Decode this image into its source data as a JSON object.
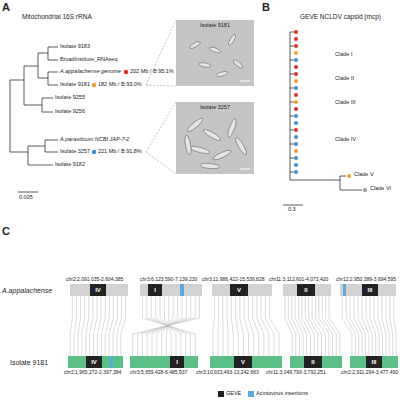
{
  "diagram": {
    "nodes": [
      {
        "text": [
          "Isolate 9181"
        ]
      },
      {
        "text": [
          "Isolate 3257"
        ]
      },
      {
        "text": [
          "chr2:2,091,035-2,604,385"
        ]
      },
      {
        "text": [
          "IV"
        ],
        "in": 2
      },
      {
        "text": [
          "chr3:6,123,590-7,139,230"
        ]
      },
      {
        "text": [
          "I"
        ],
        "in": 4
      },
      {
        "text": [
          "chr3:11,986,422-15,536,828"
        ]
      },
      {
        "text": [
          "V"
        ],
        "in": 6
      },
      {
        "text": [
          "chr11:3,112,601-4,073,420"
        ]
      },
      {
        "text": [
          "II"
        ],
        "in": 8
      },
      {
        "text": [
          "chr12:2,950,389-3,694,595"
        ]
      },
      {
        "text": [
          "III"
        ],
        "in": 10
      },
      {
        "text": [
          "chr2:1,965,272-2,397,384"
        ]
      },
      {
        "text": [
          "IV"
        ],
        "in": 12
      },
      {
        "text": [
          "chr3:5,659,428-6,485,937"
        ]
      },
      {
        "text": [
          "I"
        ],
        "in": 14
      },
      {
        "text": [
          "chr3:10,933,493-13,242,663"
        ]
      },
      {
        "text": [
          "V"
        ],
        "in": 16
      },
      {
        "text": [
          "chr11:3,049,793-3,792,251"
        ]
      },
      {
        "text": [
          "II"
        ],
        "in": 18
      },
      {
        "text": [
          "chr2:2,911,294-3,477,490"
        ]
      },
      {
        "text": [
          "III"
        ],
        "in": 20
      }
    ],
    "edges": [
      {
        "from": 2,
        "to": 12,
        "arrow": "none"
      },
      {
        "from": 4,
        "to": 14,
        "arrow": "none"
      },
      {
        "from": 6,
        "to": 16,
        "arrow": "none"
      },
      {
        "from": 8,
        "to": 18,
        "arrow": "none"
      },
      {
        "from": 10,
        "to": 20,
        "arrow": "none"
      }
    ],
    "labels": [
      "A",
      "Mitochondrial 16S rRNA",
      "Isolate 9183",
      "BroadInstitute_RNAseq",
      "A.appalachense genome",
      "202 Mb / B:95.1%",
      "Isolate 9181",
      "182 Mb / B:93.0%",
      "Isolate 9255",
      "Isolate 9256",
      "A.parasiticum NCBI JAP-7-2",
      "Isolate 3257",
      "221 Mb / B:91.8%",
      "Isolate 9182",
      "0.005",
      "B",
      "GEVE NCLDV capsid (mcp)",
      "Clade I",
      "Clade II",
      "Clade III",
      "Clade IV",
      "Clade V",
      "Clade VI",
      "0.3",
      "C",
      "A.appalachense",
      "Isolate 9181"
    ],
    "legend": [
      {
        "text": "GEVE",
        "color": "#222222"
      },
      {
        "text": "Acintovirus insertions",
        "color": "#5aa9e0"
      }
    ]
  }
}
